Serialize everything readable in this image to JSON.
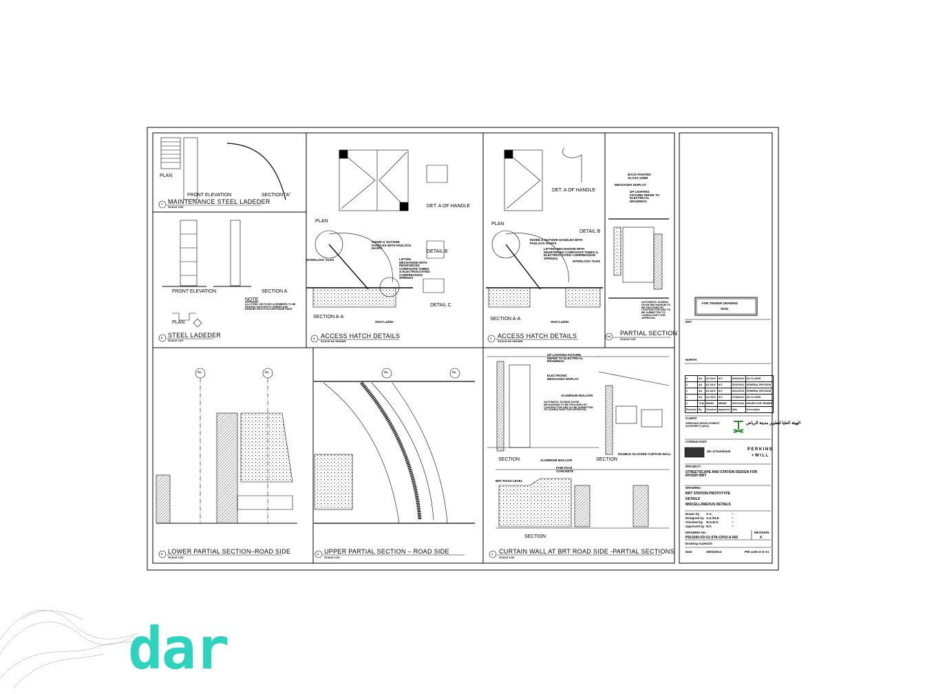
{
  "panels": [
    {
      "num": "7",
      "title": "MAINTENANCE STEEL LADEDER",
      "scale": "SCALE 1/20",
      "views": [
        "PLAN",
        "FRONT ELEVATION",
        "SECTION \"A\""
      ]
    },
    {
      "num": "6",
      "title": "STEEL LADEDER",
      "scale": "SCALE 1/20",
      "views": [
        "FRONT ELEVATION",
        "SECTION A",
        "PLAN",
        "NOTE"
      ]
    },
    {
      "num": "3",
      "title": "ACCESS HATCH DETAILS",
      "scale": "SCALE AS SHOWN",
      "views": [
        "PLAN",
        "DET. A OF HANDLE",
        "DETAIL B",
        "SECTION A-A",
        "DETAIL C"
      ]
    },
    {
      "num": "2",
      "title": "ACCESS HATCH DETAILS",
      "scale": "SCALE AS SHOWN",
      "views": [
        "PLAN",
        "DET. A OF HANDLE",
        "DETAIL B",
        "SECTION A-A"
      ]
    },
    {
      "num": "1A",
      "title": "PARTIAL SECTION",
      "scale": "SCALE 1/10"
    },
    {
      "num": "5",
      "title": "LOWER PARTIAL SECTION–ROAD SIDE",
      "scale": "SCALE 1/10"
    },
    {
      "num": "4",
      "title": "UPPER PARTIAL SECTION – ROAD SIDE",
      "scale": "SCALE 1/10"
    },
    {
      "num": "1",
      "title": "CURTAIN WALL AT BRT ROAD SIDE -PARTIAL SECTIONS",
      "scale": "SCALE 1/10",
      "views": [
        "SECTION",
        "SECTION",
        "SECTION"
      ]
    }
  ],
  "notes": {
    "note_text": "ALL STEEL SECTIONS & MEMBERS TO BE PAINTED WITH EPOXY PRIMER AND FINISHED WITH POLYURETHANE PAINT",
    "inside_handles": "INSIDE & OUTSIDE HANDLES WITH PADLOCK HASPS",
    "lifting": "LIFTING MECHANISM WITH REINFORCED COMPOSITE TUBES & ELECTROCOATED COMPRESSION SPRINGS",
    "interlock": "INTERLOCK TILES",
    "steel_ladder": "Steel Ladder",
    "messages": "MESSAGES DISPLAY",
    "back_painted": "BACK PAINTED GLASS 12MM",
    "up_lighting": "UP LIGHTING FIXTURE REFER TO ELECTRICAL DRAWINGS",
    "electronic": "ELECTRONIC MESSAGES DISPLAY",
    "aluminum_mullion": "ALUMINUM MULLION",
    "auto_door": "AUTOMATIC SLIDING DOOR MECHANISM TO BE PROVIDED BY CONTRACTOR AND TO BE SUBMITTED TO CONSULTANT FOR APPROVAL",
    "double_glassed": "DOUBLE GLASSED CURTAIN WALL",
    "brt_road": "BRT ROAD LEVEL",
    "fair_face": "FAIR FACE CONCRETE",
    "cl": "CL"
  },
  "title_block": {
    "stamp_line1": "FOR TENDER DRAWING",
    "stamp_line2": "SIGN",
    "key_label": "KEY",
    "north_label": "NORTH",
    "revisions_header": [
      "Revision",
      "By",
      "Checked",
      "Approved",
      "Date",
      "Description"
    ],
    "revisions": [
      [
        "4",
        "AA",
        "AZ./ULE",
        "N.F.",
        "26/03/2014",
        "AS CLOSED"
      ],
      [
        "3",
        "AA",
        "AZ./ULE",
        "N.F.",
        "30/10/2014",
        "GENERAL REVISION"
      ],
      [
        "2",
        "AA",
        "AZ./ULE",
        "N.F.",
        "28/11/2013",
        "GENERAL REVISION"
      ],
      [
        "1",
        "AA",
        "AZ./ULE",
        "N.F.",
        "27/08/2013",
        "AS CLOSED"
      ],
      [
        "0",
        "TCM",
        "MM/SC",
        "MM/MF",
        "24/07/2012",
        "ISSUED FOR TENDER"
      ]
    ],
    "client_label": "CLIENT:",
    "client_name": "ARRIYADH DEVELOPMENT AUTHORITY (ADA)",
    "client_arabic": "الهيئة العليا لتطوير مدينة الرياض",
    "consultant_label": "CONSULTANT:",
    "consultant_1": "dar al-handasah",
    "consultant_2_line1": "PERKINS",
    "consultant_2_line2": "+WILL",
    "project_label": "PROJECT:",
    "project_name": "STREETSCAPE AND STATION DESIGN FOR RIYADH BRT",
    "drawing_label": "DRAWING:",
    "drawing_title": [
      "BRT STATION PROTOTYPE",
      "DETAILS",
      "MISCELLANEOUS DETAILS"
    ],
    "people": [
      {
        "role": "Drawn by",
        "name": "A.A."
      },
      {
        "role": "Designed by",
        "name": "A.Z./ULE"
      },
      {
        "role": "Checked by",
        "name": "M.S.M.S."
      },
      {
        "role": "Approved by",
        "name": "N.F."
      }
    ],
    "drawing_no_label": "DRAWING No.",
    "drawing_no": "P913200-FD-01-STA-CP03-A-002",
    "revision_label": "REVISION",
    "revision": "4",
    "scale_label": "Drawing scale",
    "scale": "1/10",
    "date_label": "Date",
    "date": "26/03/2014",
    "pw_code": "PW code:1/ E A1"
  },
  "branding": {
    "logo_text": "dar",
    "logo_color": "#2ed3bd"
  },
  "colors": {
    "ink": "#000000",
    "signature": "#1a3fd6"
  }
}
